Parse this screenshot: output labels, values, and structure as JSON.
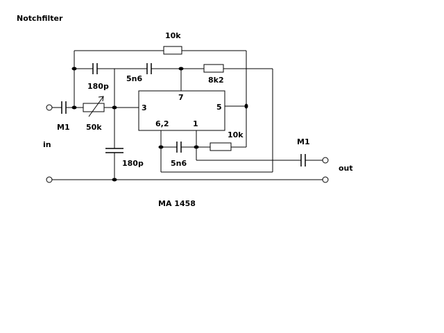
{
  "title": "Notchfilter",
  "chip": "MA 1458",
  "components": {
    "r_top": "10k",
    "r_8k2": "8k2",
    "r_bottom": "10k",
    "pot": "50k",
    "c_top_left": "180p",
    "c_top_mid": "5n6",
    "c_shunt": "180p",
    "c_bottom": "5n6",
    "c_in": "M1",
    "c_out": "M1"
  },
  "pins": {
    "p7": "7",
    "p3": "3",
    "p5": "5",
    "p62": "6,2",
    "p1": "1"
  },
  "ports": {
    "in": "in",
    "out": "out"
  }
}
